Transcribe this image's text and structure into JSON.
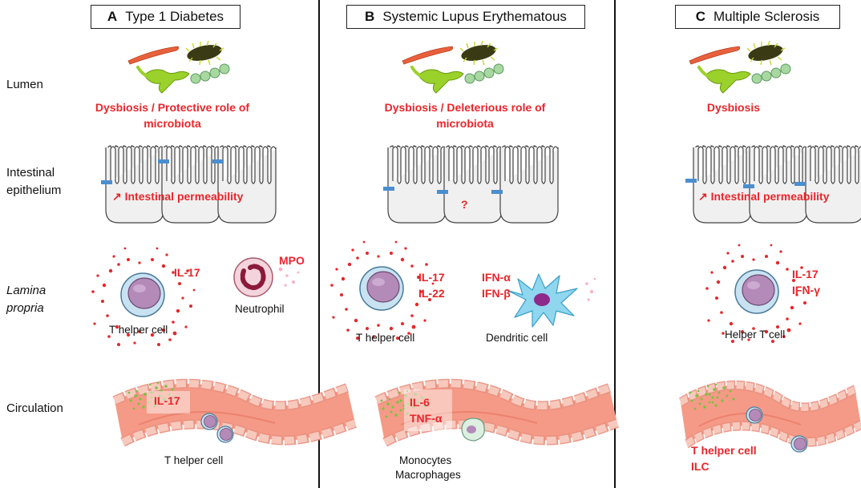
{
  "row_labels": {
    "lumen": "Lumen",
    "epithelium_1": "Intestinal",
    "epithelium_2": "epithelium",
    "lamina_1": "Lamina",
    "lamina_2": "propria",
    "circulation": "Circulation"
  },
  "panels": [
    {
      "letter": "A",
      "title": "Type 1 Diabetes",
      "lumen_text_1": "Dysbiosis / Protective role of",
      "lumen_text_2": "microbiota",
      "epithelium_text": "↗ Intestinal permeability",
      "cytokines": [
        "IL-17"
      ],
      "cell_label": "T helper cell",
      "second_cytokine": "MPO",
      "second_cell_label": "Neutrophil",
      "circulation_cytokines": [
        "IL-17"
      ],
      "circulation_label": "T helper cell"
    },
    {
      "letter": "B",
      "title": "Systemic Lupus Erythematous",
      "lumen_text_1": "Dysbiosis / Deleterious role of",
      "lumen_text_2": "microbiota",
      "epithelium_text": "?",
      "cytokines": [
        "IL-17",
        "IL-22"
      ],
      "cell_label": "T helper cell",
      "second_cytokines": [
        "IFN-α",
        "IFN-β"
      ],
      "second_cell_label": "Dendritic cell",
      "circulation_cytokines": [
        "IL-6",
        "TNF-α"
      ],
      "circulation_label_1": "Monocytes",
      "circulation_label_2": "Macrophages"
    },
    {
      "letter": "C",
      "title": "Multiple Sclerosis",
      "lumen_text_1": "Dysbiosis",
      "epithelium_text": "↗ Intestinal permeability",
      "cytokines": [
        "IL-17",
        "IFN-γ"
      ],
      "cell_label": "Helper T cell",
      "circulation_label_1": "T helper cell",
      "circulation_label_2": "ILC"
    }
  ],
  "colors": {
    "accent_red": "#e8262a",
    "vessel": "#f59a86",
    "vessel_wall": "#f7c9bd",
    "cell_purple": "#b48ab8",
    "cell_blue": "#a9cfe8",
    "bacteria_green": "#9ad12a",
    "epithelium_fill": "#f0f0f0"
  }
}
